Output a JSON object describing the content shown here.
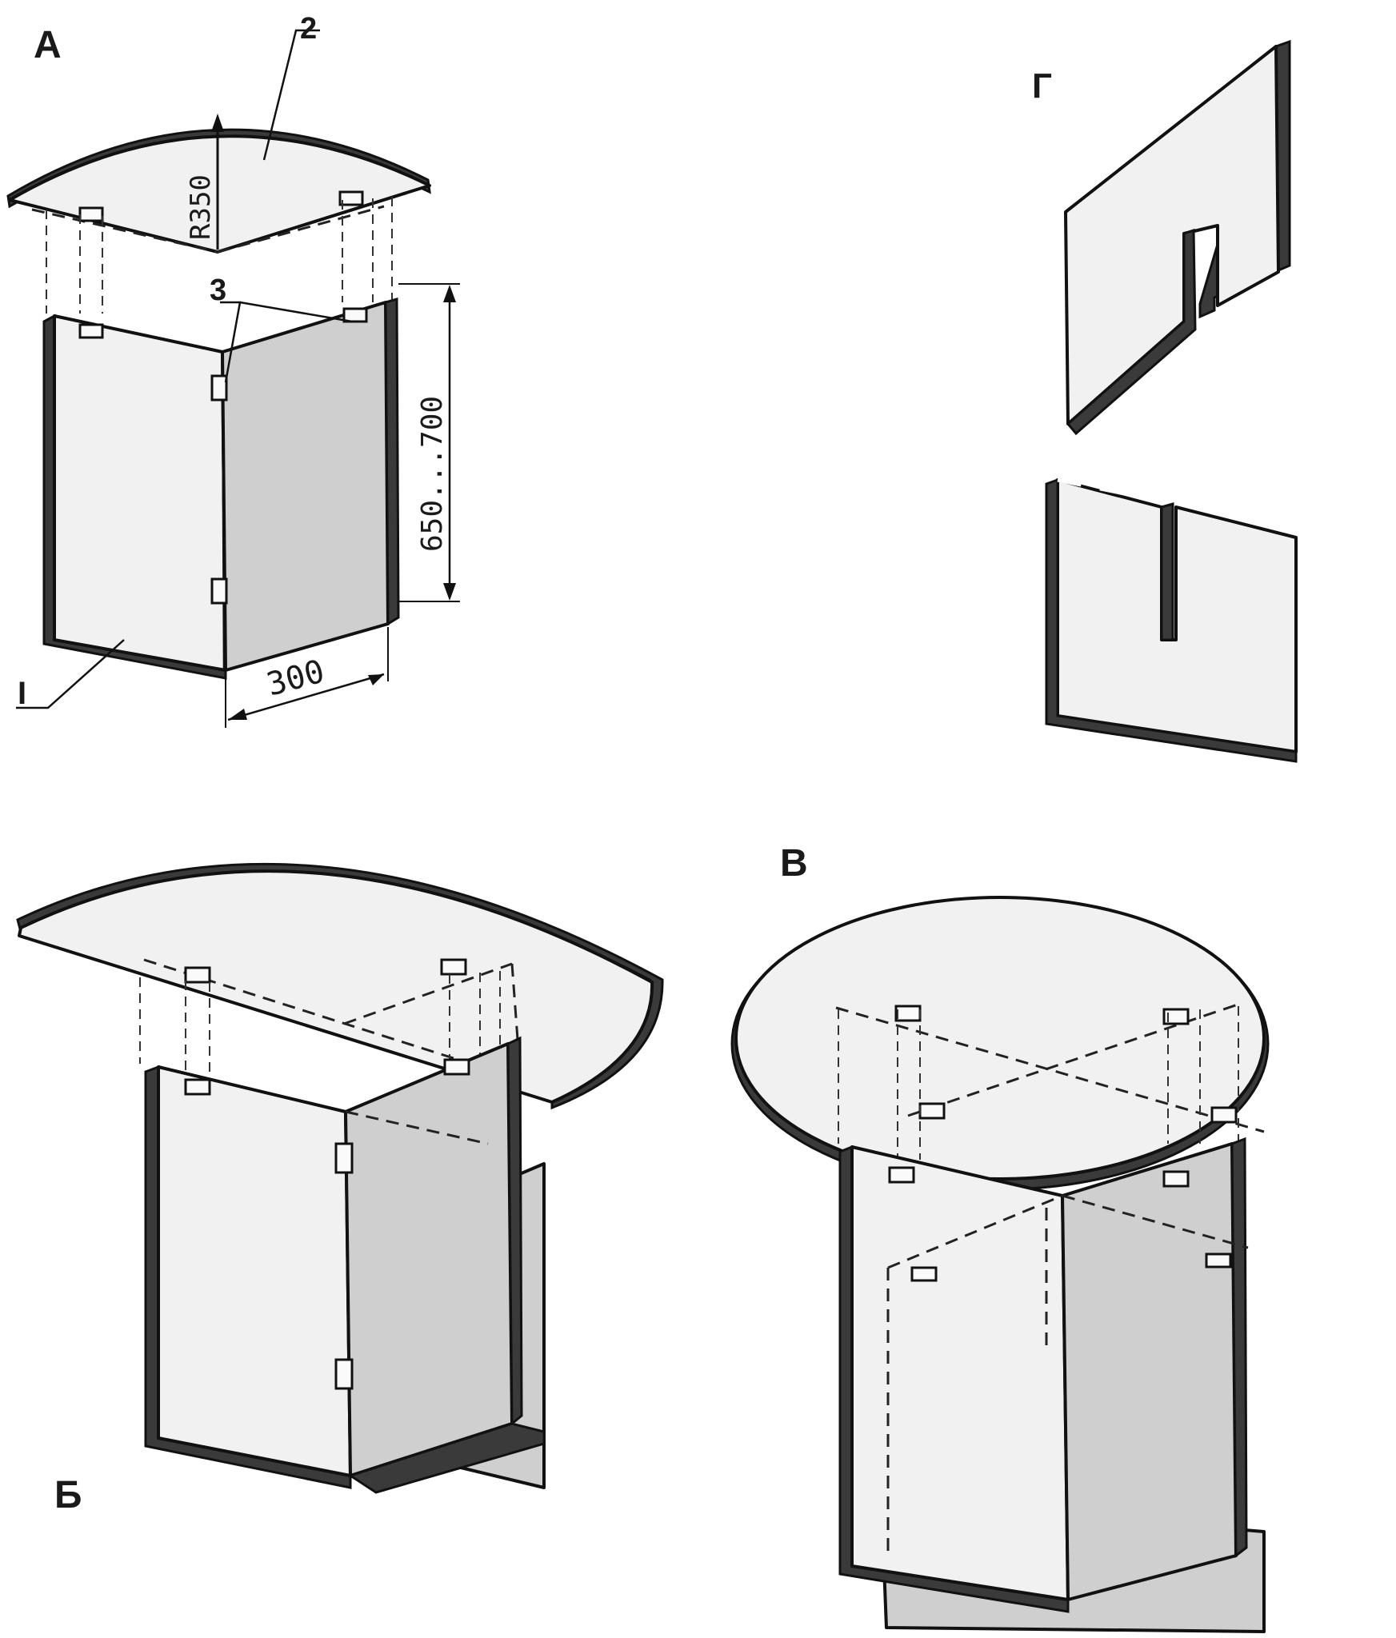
{
  "labels": {
    "view_a": "А",
    "view_b": "Б",
    "view_v": "В",
    "view_g": "Г",
    "part_1": "I",
    "part_2": "2",
    "part_3": "3"
  },
  "dimensions": {
    "radius": "R350",
    "width": "300",
    "height": "650...700"
  }
}
